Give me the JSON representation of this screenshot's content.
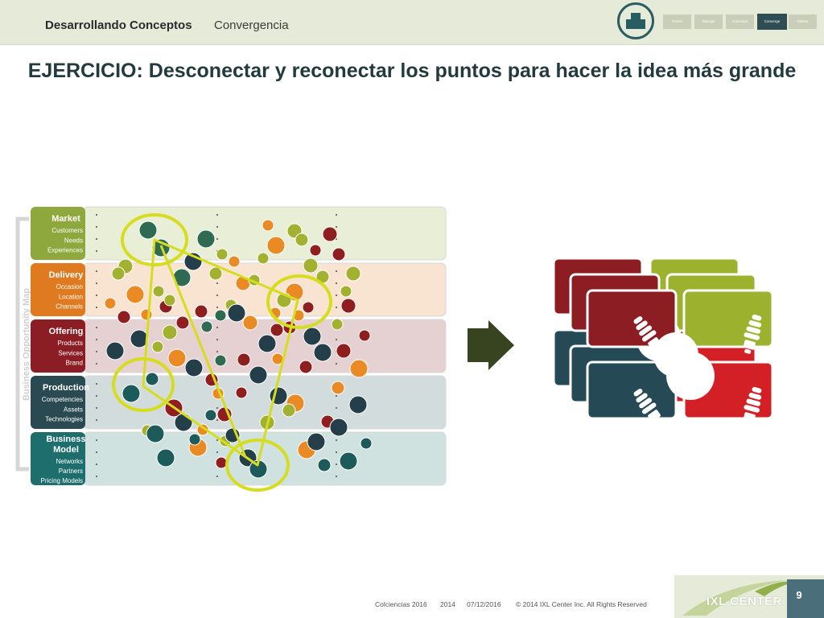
{
  "header": {
    "section": "Desarrollando Conceptos",
    "subsection": "Convergencia",
    "nav_tabs": [
      "Frame",
      "Diverge",
      "Conceive",
      "Converge",
      "Deliver"
    ],
    "active_tab": 3
  },
  "title": "EJERCICIO: Desconectar y reconectar los puntos para hacer la idea más grande",
  "map": {
    "side_label": "Business Opportunity Map",
    "rows": [
      {
        "heading": [
          "Market"
        ],
        "items": [
          "Customers",
          "Needs",
          "Experiences"
        ],
        "tab_color": "#8ea83e",
        "band_color": "#e9eed7"
      },
      {
        "heading": [
          "Delivery"
        ],
        "items": [
          "Occasion",
          "Location",
          "Channels"
        ],
        "tab_color": "#e07a20",
        "band_color": "#f8e4d1"
      },
      {
        "heading": [
          "Offering"
        ],
        "items": [
          "Products",
          "Services",
          "Brand"
        ],
        "tab_color": "#8a1e24",
        "band_color": "#e6d1d2"
      },
      {
        "heading": [
          "Production"
        ],
        "items": [
          "Competencies",
          "Assets",
          "Technologies"
        ],
        "tab_color": "#2a4a52",
        "band_color": "#d2dcdc"
      },
      {
        "heading": [
          "Business",
          "Model"
        ],
        "items": [
          "Networks",
          "Partners",
          "Pricing Models"
        ],
        "tab_color": "#1e6e6e",
        "band_color": "#d0e2e0"
      }
    ],
    "dot_colors": {
      "dark_teal": "#1d5a5a",
      "navy": "#253f4a",
      "green": "#2e6b52",
      "olive": "#a2b130",
      "orange": "#e98a24",
      "maroon": "#8f1e1e"
    },
    "highlight_color": "#d6dc1e"
  },
  "cards": {
    "colors": [
      "#8c1d22",
      "#9cb12e",
      "#264a55",
      "#d32027"
    ],
    "arrow_color": "#38431f"
  },
  "footer": {
    "org": "Colciencias 2016",
    "year": "2014",
    "date": "07/12/2016",
    "copyright": "© 2014 IXL Center Inc. All Rights Reserved",
    "brand": "IXL CENTER",
    "page": "9"
  }
}
